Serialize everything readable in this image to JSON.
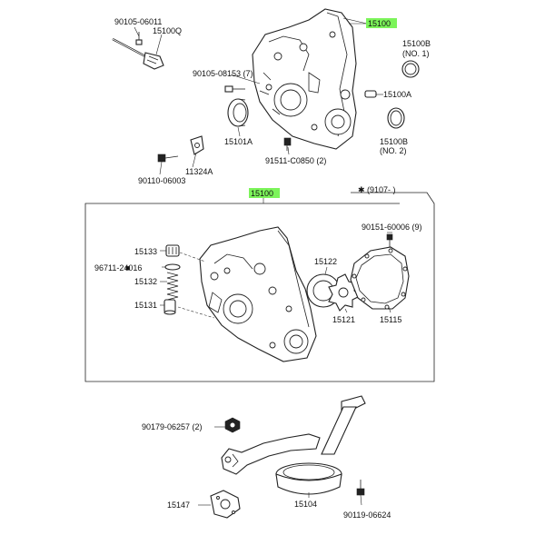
{
  "callouts": {
    "p90105_06011": "90105-06011",
    "p15100q": "15100Q",
    "p15100_top": "15100",
    "p15100b_1": "15100B",
    "no1": "(NO. 1)",
    "p90105_08153": "90105-08153 (7)",
    "p15100a": "15100A",
    "p15101a": "15101A",
    "p15100b_2": "15100B",
    "no2": "(NO. 2)",
    "p91511": "91511-C0850 (2)",
    "p11324a": "11324A",
    "p90110": "90110-06003",
    "p15100_mid": "15100",
    "date_note": "(9107-     )",
    "p15133": "15133",
    "p96711": "96711-24016",
    "p15132": "15132",
    "p15131": "15131",
    "p90151": "90151-60006 (9)",
    "p15122": "15122",
    "p15121": "15121",
    "p15115": "15115",
    "p90179": "90179-06257 (2)",
    "p15147": "15147",
    "p15104": "15104",
    "p90119": "90119-06624"
  },
  "colors": {
    "highlight": "#7CF45A",
    "line": "#222222"
  }
}
